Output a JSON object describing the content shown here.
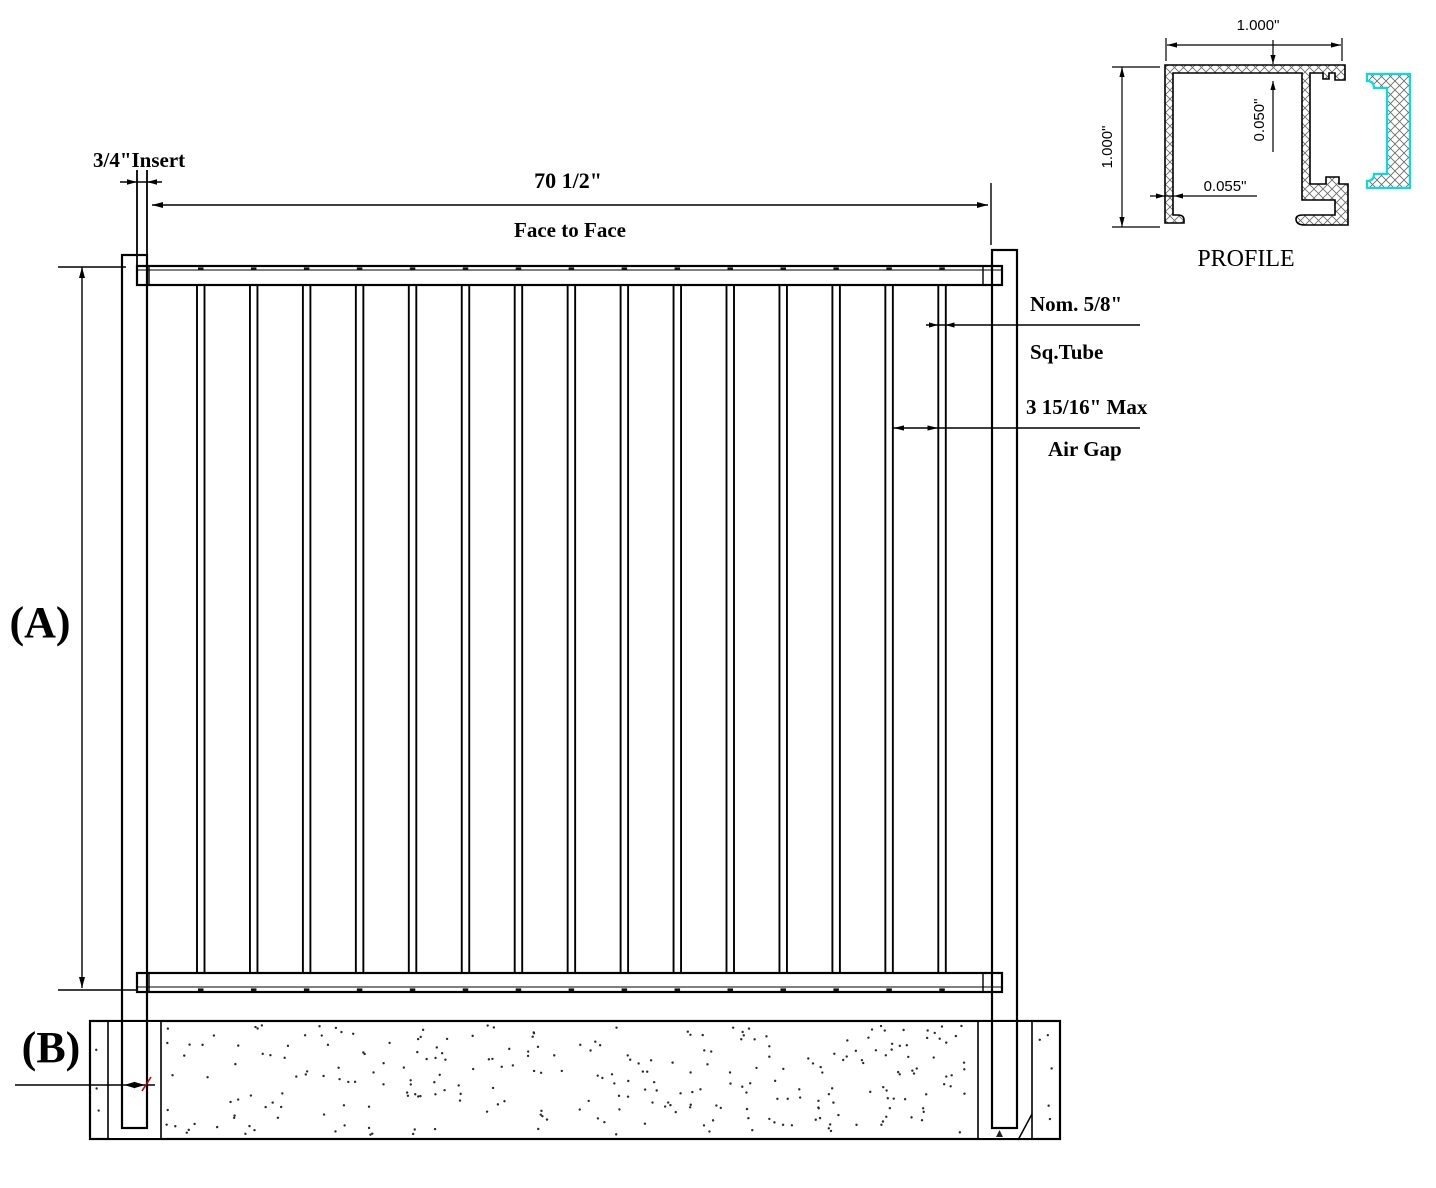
{
  "drawing": {
    "insert_label": "3/4\"Insert",
    "width_value": "70 1/2\"",
    "width_caption": "Face to Face",
    "height_ref": "(A)",
    "footing_ref": "(B)",
    "picket_note_value": "Nom. 5/8\"",
    "picket_note_caption": "Sq.Tube",
    "airgap_note_value": "3 15/16\" Max",
    "airgap_note_caption": "Air Gap",
    "picket_count": 15
  },
  "profile": {
    "title": "PROFILE",
    "width_dim": "1.000\"",
    "height_dim": "1.000\"",
    "top_wall_dim": "0.050\"",
    "side_wall_dim": "0.055\""
  },
  "colors": {
    "line": "#000000",
    "background": "#ffffff",
    "accent_cyan": "#00dede",
    "dim_text": "#4a5a6e",
    "red_tick": "#c00000",
    "stipple": "#2a2a2a"
  }
}
